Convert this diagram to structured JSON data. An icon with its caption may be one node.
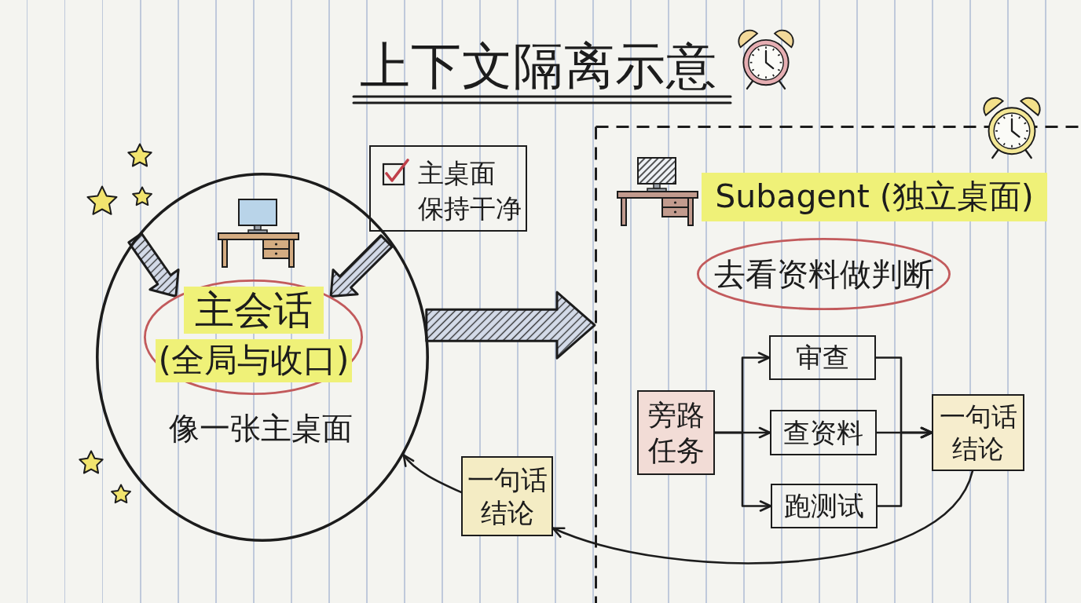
{
  "diagram": {
    "title": "上下文隔离示意",
    "nodes": [
      {
        "text": [
          "像一张主桌面"
        ]
      },
      {
        "text": [
          "主会话",
          "(全局与收口)"
        ],
        "in": 0
      },
      {
        "text": [
          "主桌面保持干净"
        ]
      },
      {
        "text": [
          "Subagent (独立桌面)"
        ]
      },
      {
        "text": [
          "去看资料做判断"
        ],
        "in": 3
      },
      {
        "text": [
          "旁路任务"
        ],
        "in": 3
      },
      {
        "text": [
          "审查"
        ],
        "in": 3
      },
      {
        "text": [
          "查资料"
        ],
        "in": 3
      },
      {
        "text": [
          "跑测试"
        ],
        "in": 3
      },
      {
        "text": [
          "一句话结论"
        ],
        "in": 3
      },
      {
        "text": [
          "一句话结论"
        ]
      }
    ],
    "edges": [
      {
        "from": null,
        "to": 1,
        "arrow": "to",
        "style": "thick"
      },
      {
        "from": null,
        "to": 1,
        "arrow": "to",
        "style": "thick"
      },
      {
        "from": 0,
        "to": 3,
        "arrow": "to",
        "style": "thick"
      },
      {
        "from": 5,
        "to": 6,
        "arrow": "to"
      },
      {
        "from": 5,
        "to": 7,
        "arrow": "to"
      },
      {
        "from": 5,
        "to": 8,
        "arrow": "to"
      },
      {
        "from": 6,
        "to": 9,
        "arrow": "to"
      },
      {
        "from": 7,
        "to": 9,
        "arrow": "to"
      },
      {
        "from": 8,
        "to": 9,
        "arrow": "to"
      },
      {
        "from": 9,
        "to": 10,
        "arrow": "to"
      },
      {
        "from": 10,
        "to": 0,
        "arrow": "to"
      }
    ]
  }
}
